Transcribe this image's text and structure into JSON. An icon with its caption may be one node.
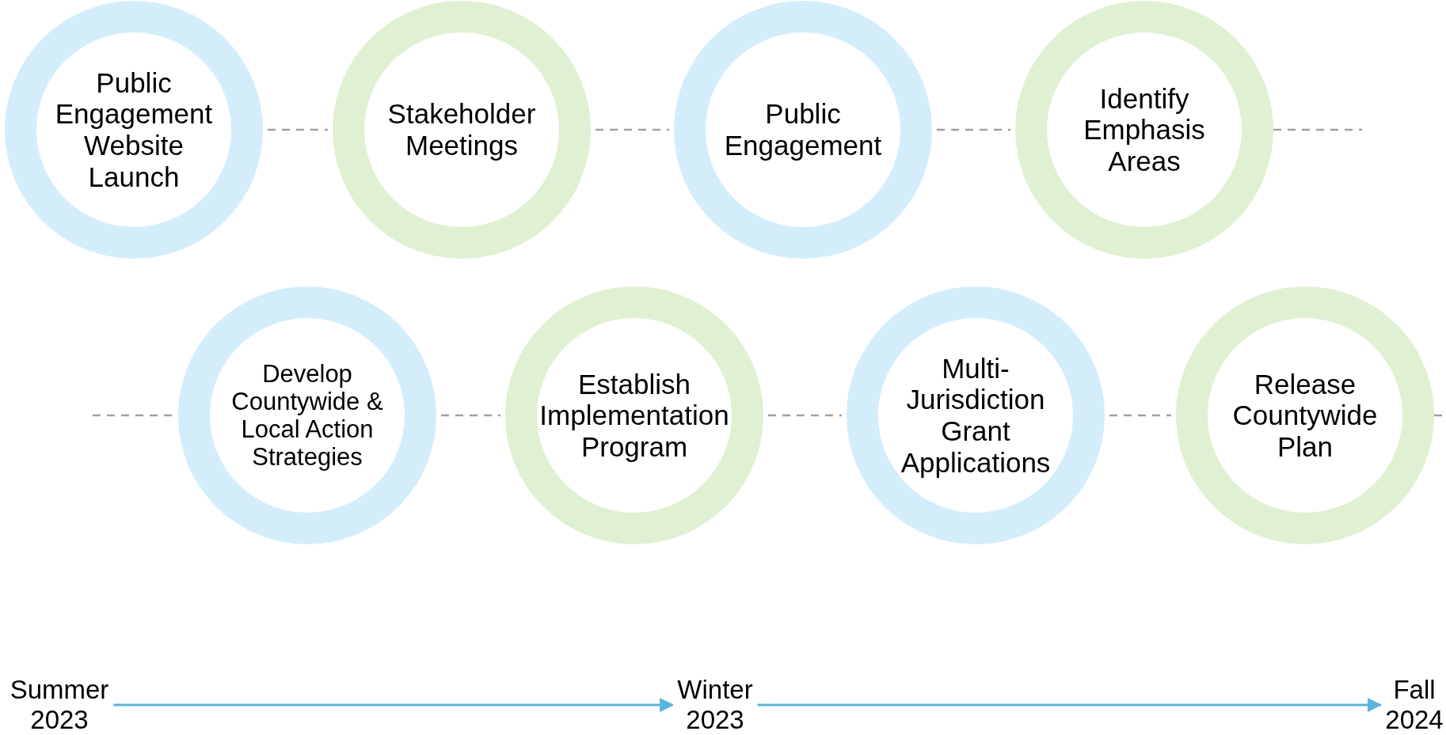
{
  "diagram": {
    "nodes": [
      {
        "text": [
          "Public Engagement Website Launch"
        ]
      },
      {
        "text": [
          "Stakeholder Meetings"
        ]
      },
      {
        "text": [
          "Public Engagement"
        ]
      },
      {
        "text": [
          "Identify Emphasis Areas"
        ]
      },
      {
        "text": [
          "Develop Countywide & Local Action Strategies"
        ]
      },
      {
        "text": [
          "Establish Implementation Program"
        ]
      },
      {
        "text": [
          "Multi-Jurisdiction Grant Applications"
        ]
      },
      {
        "text": [
          "Release Countywide Plan"
        ]
      },
      {
        "text": [
          "Summer 2023"
        ]
      },
      {
        "text": [
          "Winter 2023"
        ]
      },
      {
        "text": [
          "Fall 2024"
        ]
      }
    ],
    "edges": [
      {
        "from": 0,
        "to": 1,
        "arrow": "none",
        "style": "dashed"
      },
      {
        "from": 1,
        "to": 2,
        "arrow": "none",
        "style": "dashed"
      },
      {
        "from": 2,
        "to": 3,
        "arrow": "none",
        "style": "dashed"
      },
      {
        "from": 3,
        "to": null,
        "arrow": "none",
        "style": "dashed"
      },
      {
        "from": null,
        "to": 4,
        "arrow": "none",
        "style": "dashed"
      },
      {
        "from": 4,
        "to": 5,
        "arrow": "none",
        "style": "dashed"
      },
      {
        "from": 5,
        "to": 6,
        "arrow": "none",
        "style": "dashed"
      },
      {
        "from": 6,
        "to": 7,
        "arrow": "none",
        "style": "dashed"
      },
      {
        "from": 7,
        "to": null,
        "arrow": "none",
        "style": "dashed"
      },
      {
        "from": 8,
        "to": 9,
        "arrow": "to",
        "color": "#5ab4dc"
      },
      {
        "from": 9,
        "to": 10,
        "arrow": "to",
        "color": "#5ab4dc"
      }
    ]
  }
}
